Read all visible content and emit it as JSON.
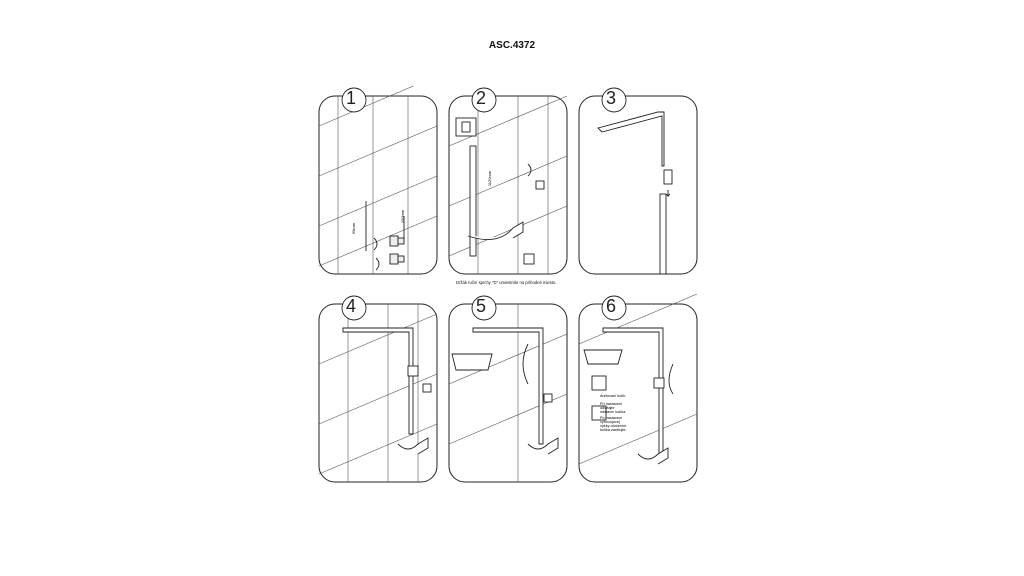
{
  "title": "ASC.4372",
  "steps": [
    {
      "number": "1",
      "dims": [
        "90mm",
        "150mm"
      ]
    },
    {
      "number": "2",
      "dims": [
        "1120mm"
      ],
      "note": "Držák ruční sprchy \"D\" umiestnite na príhodné miesto."
    },
    {
      "number": "3"
    },
    {
      "number": "4"
    },
    {
      "number": "5"
    },
    {
      "number": "6",
      "notes": [
        "Aretovaní kolík.",
        "Pri nastavení odvrtajte nástavní kolíka.",
        "Po nastavení vyhovujúcej výšky otočením kolíka zaretujte."
      ]
    }
  ],
  "colors": {
    "line": "#222222",
    "tile": "#555555"
  }
}
